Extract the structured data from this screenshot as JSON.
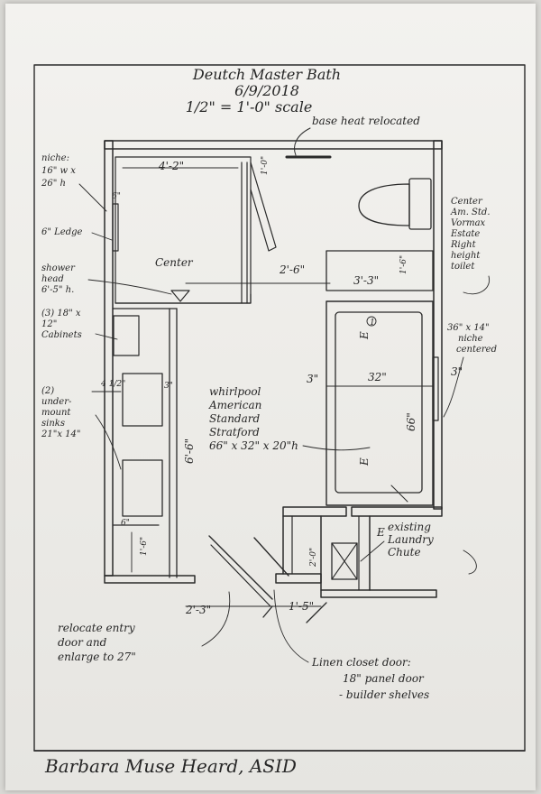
{
  "title": {
    "line1": "Deutch Master Bath",
    "line2": "6/9/2018",
    "line3": "1/2\" = 1'-0\" scale"
  },
  "notes": {
    "base_heat": "base heat relocated",
    "niche": [
      "niche:",
      "16\" w x",
      "26\" h"
    ],
    "ledge": "6\" Ledge",
    "shower_head": [
      "shower",
      "head",
      "6'-5\" h."
    ],
    "cabinets": [
      "(3) 18\" x",
      "12\"",
      "Cabinets"
    ],
    "sinks": [
      "(2)",
      "under-",
      "mount",
      "sinks",
      "21\"x 14\""
    ],
    "toilet": [
      "Center",
      "Am. Std.",
      "Vormax",
      "Estate",
      "Right",
      "height",
      "toilet"
    ],
    "niche2": [
      "36\" x 14\"",
      "niche",
      "centered"
    ],
    "whirlpool": [
      "whirlpool",
      "American",
      "Standard",
      "Stratford",
      "66\" x 32\" x 20\"h"
    ],
    "laundry": [
      "existing",
      "Laundry",
      "Chute"
    ],
    "entry": [
      "relocate entry",
      "door and",
      "enlarge to 27\""
    ],
    "linen": [
      "Linen closet door:",
      "18\" panel door",
      "- builder shelves"
    ],
    "center": "Center"
  },
  "dims": {
    "d_4_2": "4'-2\"",
    "d_1_0": "1'-0\"",
    "d_6": "6\"",
    "d_2_6": "2'-6\"",
    "d_3_3": "3'-3\"",
    "d_1_6b": "1'-6\"",
    "d_3l": "3\"",
    "d_32": "32\"",
    "d_3r": "3\"",
    "d_66": "66\"",
    "d_4_5": "4 1/2\"",
    "d_3s": "3\"",
    "d_6_6": "6'-6\"",
    "d_6b": "6\"",
    "d_1_6": "1'-6\"",
    "d_2_0": "2'-0\"",
    "d_2_3": "2'-3\"",
    "d_1_5": "1'-5\"",
    "e_a": "E",
    "e_b": "E",
    "e_c": "E"
  },
  "signature": "Barbara Muse Heard, ASID"
}
